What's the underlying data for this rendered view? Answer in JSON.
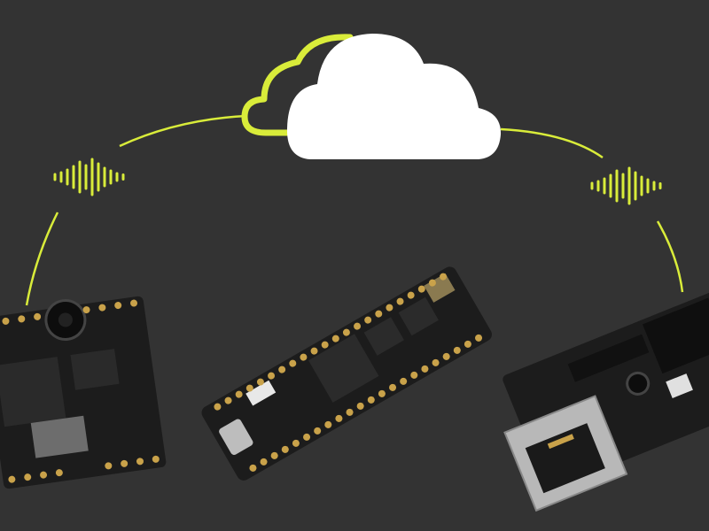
{
  "scene": {
    "background_color": "#333333",
    "accent_color": "#d9ec3a",
    "cloud_color": "#ffffff",
    "board_color": "#1c1c1c",
    "pad_color": "#c9a24a",
    "icons": [
      "cloud-icon",
      "cloud-outline-icon",
      "sound-wave-icon",
      "sound-wave-icon"
    ],
    "objects": [
      "camera-board",
      "microcontroller-board",
      "ethernet-board"
    ]
  }
}
